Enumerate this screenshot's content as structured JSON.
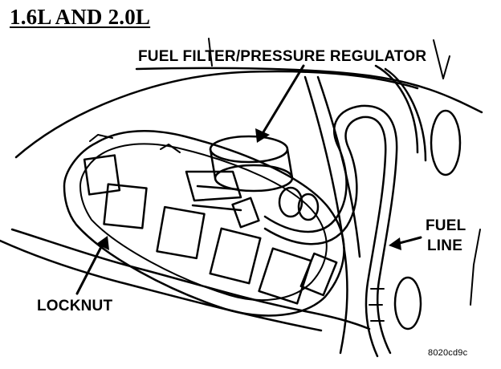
{
  "diagram": {
    "title": "1.6L AND 2.0L",
    "labels": {
      "filter_regulator": "FUEL FILTER/PRESSURE REGULATOR",
      "fuel": "FUEL",
      "line": "LINE",
      "locknut": "LOCKNUT"
    },
    "figure_code": "8020cd9c"
  },
  "colors": {
    "ink": "#000000",
    "paper": "#ffffff"
  }
}
